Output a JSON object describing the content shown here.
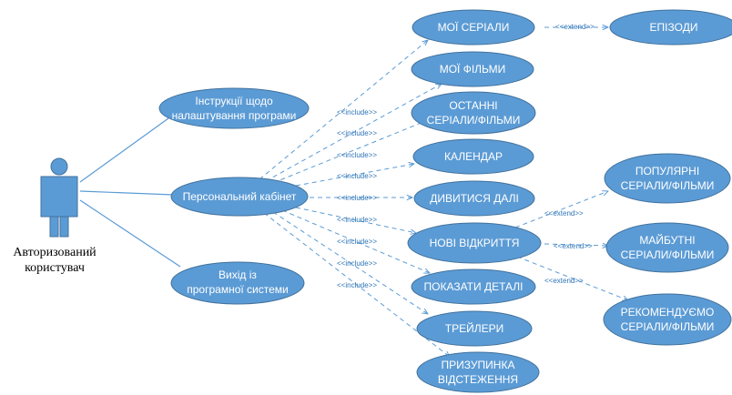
{
  "actor": {
    "label_line1": "Авторизований",
    "label_line2": "користувач"
  },
  "stereotypes": {
    "include": "<<include>>",
    "extend": "<<extend>>"
  },
  "use_cases": {
    "instructions": [
      "Інструкції щодо",
      "налаштування програми"
    ],
    "cabinet": [
      "Персональний кабінет"
    ],
    "exit": [
      "Вихід із",
      "програмної системи"
    ],
    "my_series": [
      "МОЇ СЕРІАЛИ"
    ],
    "episodes": [
      "ЕПІЗОДИ"
    ],
    "my_films": [
      "МОЇ ФІЛЬМИ"
    ],
    "recent": [
      "ОСТАННІ",
      "СЕРІАЛИ/ФІЛЬМИ"
    ],
    "calendar": [
      "КАЛЕНДАР"
    ],
    "watch_next": [
      "ДИВИТИСЯ ДАЛІ"
    ],
    "new_discoveries": [
      "НОВІ ВІДКРИТТЯ"
    ],
    "show_details": [
      "ПОКАЗАТИ ДЕТАЛІ"
    ],
    "trailers": [
      "ТРЕЙЛЕРИ"
    ],
    "pause_tracking": [
      "ПРИЗУПИНКА",
      "ВІДСТЕЖЕННЯ"
    ],
    "popular": [
      "ПОПУЛЯРНІ",
      "СЕРІАЛИ/ФІЛЬМИ"
    ],
    "upcoming": [
      "МАЙБУТНІ",
      "СЕРІАЛИ/ФІЛЬМИ"
    ],
    "recommended": [
      "РЕКОМЕНДУЄМО",
      "СЕРІАЛИ/ФІЛЬМИ"
    ]
  },
  "colors": {
    "node_fill": "#5b9bd5",
    "node_stroke": "#41719c",
    "node_text": "#ffffff",
    "stereotype_text": "#2e75b6"
  }
}
